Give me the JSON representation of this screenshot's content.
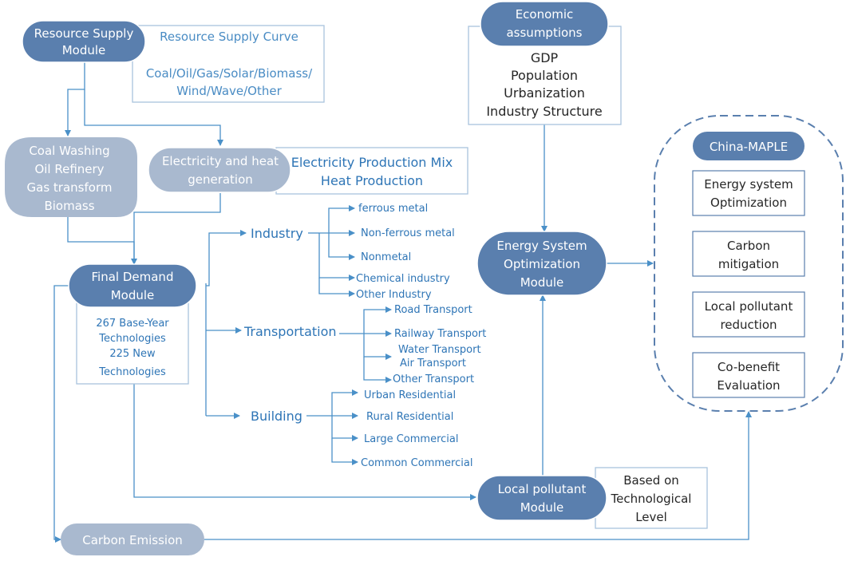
{
  "resource_supply": {
    "line1": "Resource Supply",
    "line2": "Module"
  },
  "resource_curve": {
    "title": "Resource Supply Curve",
    "line1": "Coal/Oil/Gas/Solar/Biomass/",
    "line2": "Wind/Wave/Other"
  },
  "economic": {
    "line1": "Economic",
    "line2": "assumptions"
  },
  "economic_box": {
    "items": [
      "GDP",
      "Population",
      "Urbanization",
      "Industry Structure"
    ]
  },
  "coal_washing": {
    "items": [
      "Coal Washing",
      "Oil Refinery",
      "Gas transform",
      "Biomass"
    ]
  },
  "electricity": {
    "line1": "Electricity and heat",
    "line2": "generation"
  },
  "electricity_box": {
    "line1": "Electricity Production Mix",
    "line2": "Heat Production"
  },
  "final_demand": {
    "line1": "Final Demand",
    "line2": "Module"
  },
  "technologies": {
    "lines": [
      "267 Base-Year",
      "Technologies",
      "225 New",
      "Technologies"
    ]
  },
  "sectors": {
    "industry": {
      "label": "Industry",
      "items": [
        "ferrous metal",
        "Non-ferrous metal",
        "Nonmetal",
        "Chemical industry",
        "Other Industry"
      ]
    },
    "transportation": {
      "label": "Transportation",
      "items": [
        "Road Transport",
        "Railway Transport",
        "Water Transport",
        "Air Transport",
        "Other Transport"
      ]
    },
    "building": {
      "label": "Building",
      "items": [
        "Urban Residential",
        "Rural Residential",
        "Large Commercial",
        "Common Commercial"
      ]
    }
  },
  "eso": {
    "line1": "Energy System",
    "line2": "Optimization",
    "line3": "Module"
  },
  "local_pollutant": {
    "line1": "Local pollutant",
    "line2": "Module"
  },
  "tech_level": {
    "line1": "Based on",
    "line2": "Technological",
    "line3": "Level"
  },
  "carbon_emission": {
    "label": "Carbon Emission"
  },
  "maple": {
    "title": "China-MAPLE",
    "boxes": [
      {
        "line1": "Energy system",
        "line2": "Optimization"
      },
      {
        "line1": "Carbon",
        "line2": "mitigation"
      },
      {
        "line1": "Local pollutant",
        "line2": "reduction"
      },
      {
        "line1": "Co-benefit",
        "line2": "Evaluation"
      }
    ]
  },
  "colors": {
    "module": "#5a7fae",
    "light_module": "#a9b9cf",
    "line": "#4a90c8",
    "text_blue": "#2e75b6",
    "text_dark": "#262626"
  }
}
